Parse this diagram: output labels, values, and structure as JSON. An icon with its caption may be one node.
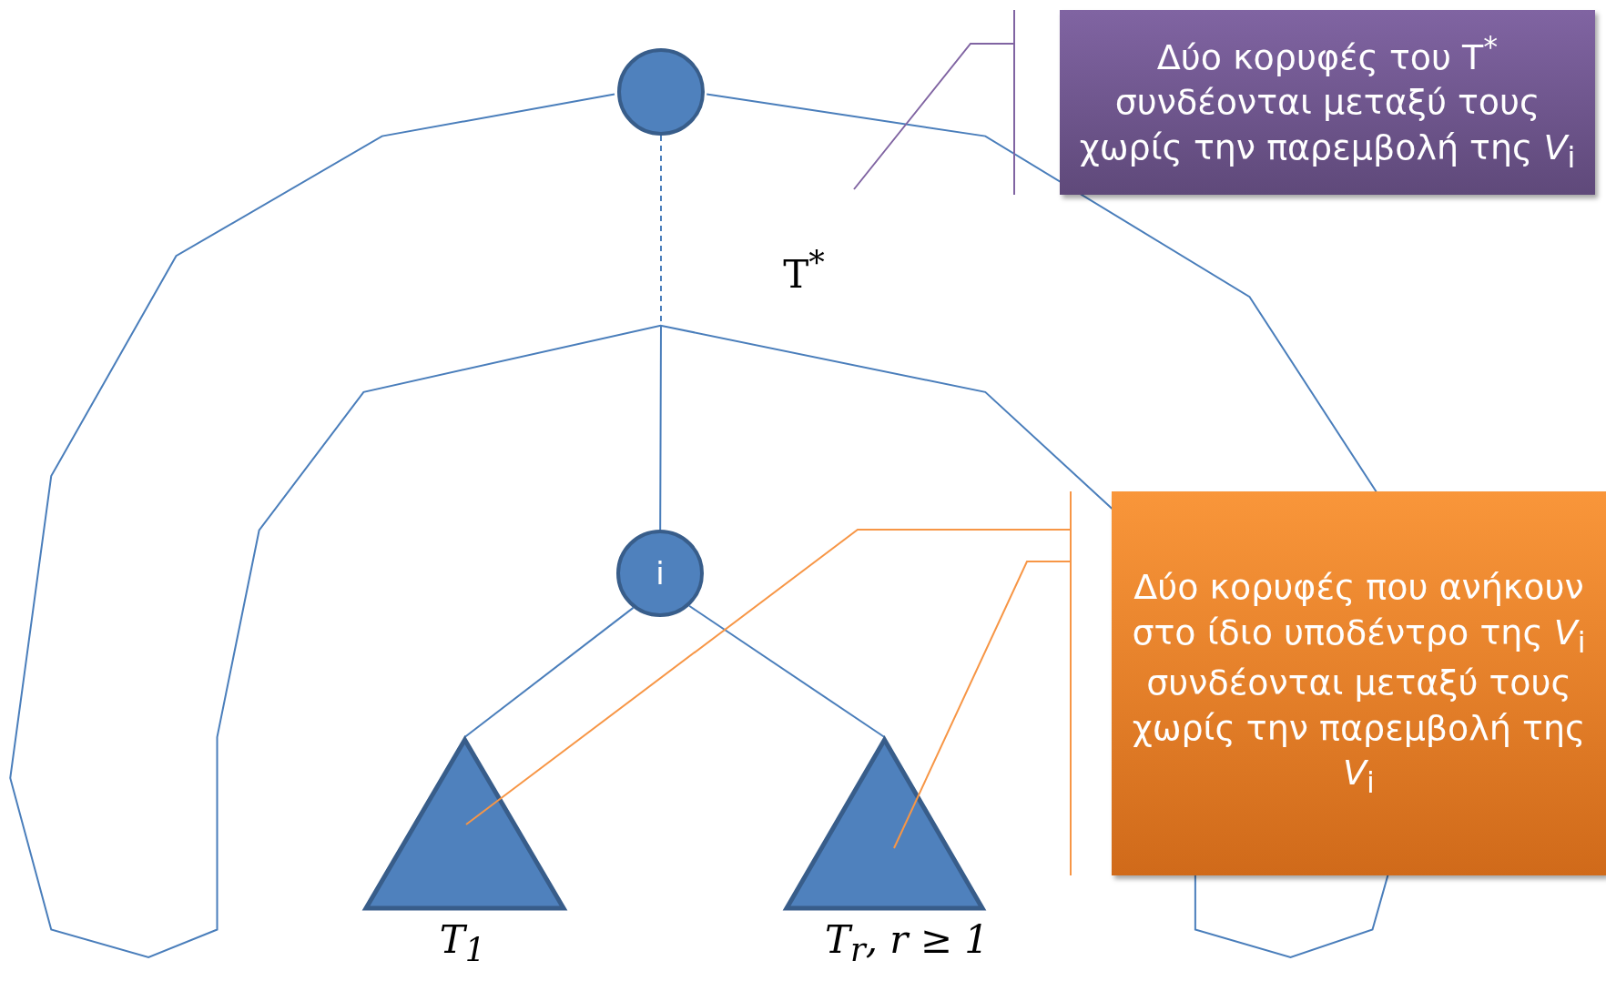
{
  "diagram": {
    "nodes": [
      {
        "text": [],
        "shape": "circle"
      },
      {
        "text": [
          "i"
        ]
      },
      {
        "text": [],
        "shape": "triangle",
        "beside": [
          "T$_{1}$"
        ]
      },
      {
        "text": [],
        "shape": "triangle",
        "beside": [
          "T$_{r}$, r ≥ 1"
        ]
      },
      {
        "text": [
          "Δύο κορυφές του T$^{*}$ συνδέονται μεταξύ τους χωρίς την παρεμβολή της *V*$_{i}$"
        ]
      },
      {
        "text": [
          "Δύο κορυφές που ανήκουν στο ίδιο υποδέντρο της *V*$_{i}$ συνδέονται μεταξύ τους χωρίς την παρεμβολή της *V*$_{i}$"
        ]
      }
    ],
    "edges": [
      {
        "from": 0,
        "to": 1,
        "arrow": "none",
        "style": "dashed"
      },
      {
        "from": 1,
        "to": 2,
        "arrow": "none"
      },
      {
        "from": 1,
        "to": 3,
        "arrow": "none"
      },
      {
        "from": 4,
        "to": null,
        "arrow": "none",
        "color": "#8064a2"
      },
      {
        "from": 5,
        "to": 2,
        "arrow": "none",
        "color": "#f79646"
      },
      {
        "from": 5,
        "to": 3,
        "arrow": "none",
        "color": "#f79646"
      }
    ],
    "labels": [
      "T$^{*}$"
    ]
  }
}
